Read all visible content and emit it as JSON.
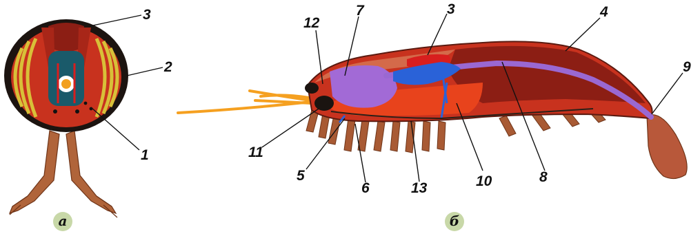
{
  "panels": [
    {
      "id": "a",
      "label": "а"
    },
    {
      "id": "b",
      "label": "б"
    }
  ],
  "labels": {
    "a1": "1",
    "a2": "2",
    "a3": "3",
    "b3": "3",
    "b4": "4",
    "b5": "5",
    "b6": "6",
    "b7": "7",
    "b8": "8",
    "b9": "9",
    "b10": "10",
    "b11": "11",
    "b12": "12",
    "b13": "13"
  },
  "colors": {
    "shell": "#1c1410",
    "muscle": "#c8321e",
    "muscle_dark": "#8c1e14",
    "gills": "#d8c038",
    "gut": "#e8431c",
    "heart": "#d81e1e",
    "nerve": "#a26ad6",
    "liver": "#2a62d8",
    "gonad": "#7a1a14",
    "leg": "#b0643a",
    "antenna": "#f5a020",
    "badge": "#c8d8a8"
  }
}
